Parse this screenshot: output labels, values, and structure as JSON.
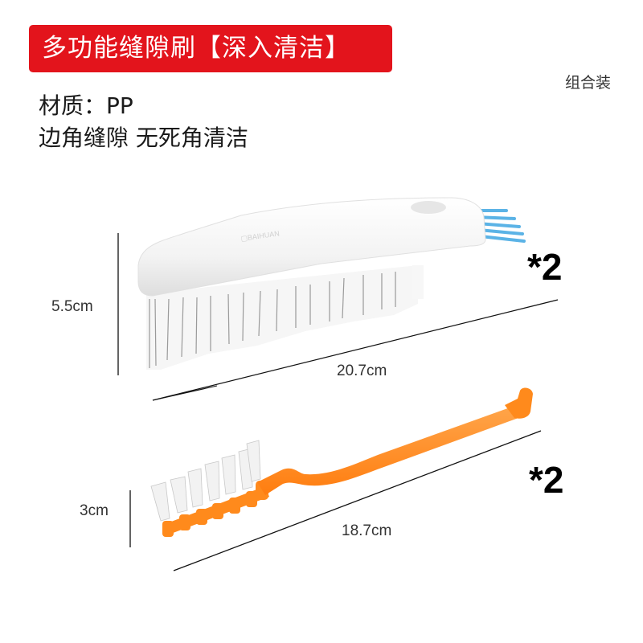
{
  "banner": {
    "title": "多功能缝隙刷【深入清洁】",
    "background_color": "#e3141c",
    "text_color": "#ffffff"
  },
  "specs": {
    "material": "材质：PP",
    "feature": "边角缝隙 无死角清洁"
  },
  "combo_label": "组合装",
  "products": [
    {
      "name": "white-scrub-brush",
      "height_label": "5.5cm",
      "length_label": "20.7cm",
      "quantity_label": "*2",
      "body_color": "#f2f2f2",
      "accent_bristle_color": "#5bb3e6"
    },
    {
      "name": "orange-crevice-brush",
      "height_label": "3cm",
      "length_label": "18.7cm",
      "quantity_label": "*2",
      "body_color": "#ff8a1c"
    }
  ]
}
